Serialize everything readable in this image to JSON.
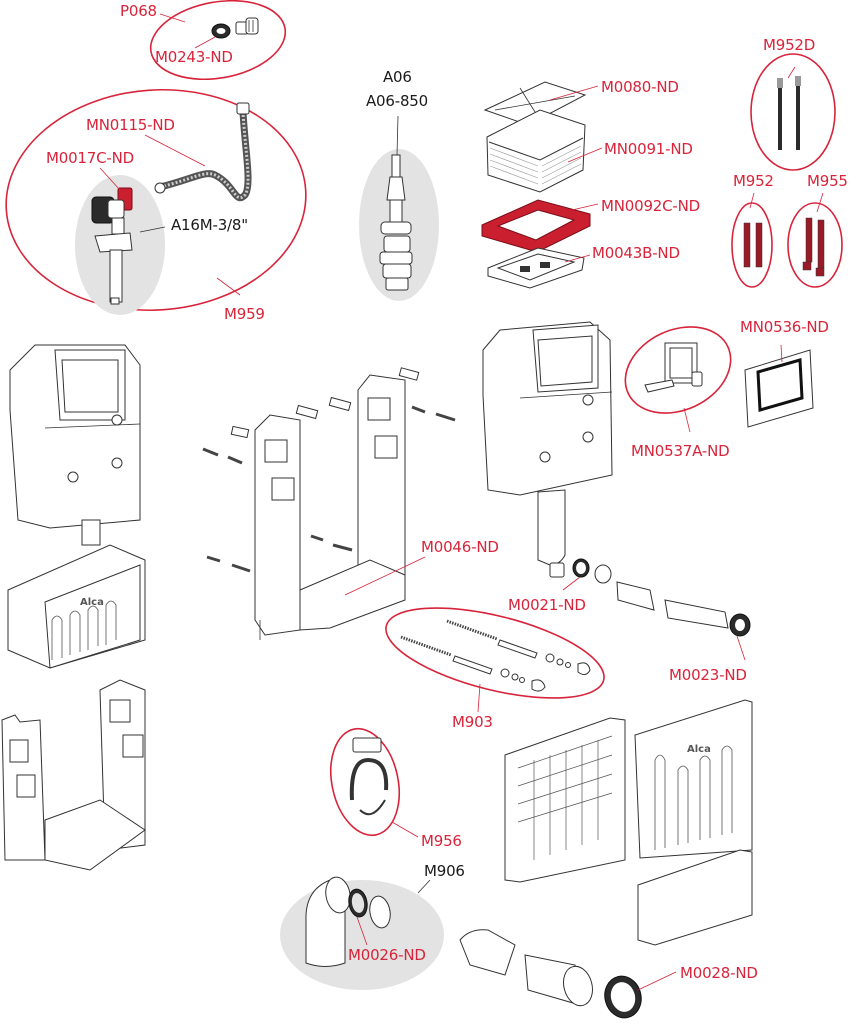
{
  "diagram": {
    "title": "Exploded parts diagram - concealed cistern installation system",
    "colors": {
      "spare_part_label": "#d8243a",
      "assembly_label": "#1a1a1a",
      "group_outline": "#d8243a",
      "assembly_highlight": "#e3e3e3"
    },
    "callouts": [
      {
        "id": "P068",
        "text": "P068",
        "color": "red",
        "kind": "group"
      },
      {
        "id": "M0243-ND",
        "text": "M0243-ND",
        "color": "red",
        "kind": "part"
      },
      {
        "id": "MN0115-ND",
        "text": "MN0115-ND",
        "color": "red",
        "kind": "part"
      },
      {
        "id": "M0017C-ND",
        "text": "M0017C-ND",
        "color": "red",
        "kind": "part"
      },
      {
        "id": "A16M-3/8",
        "text": "A16M-3/8\"",
        "color": "black",
        "kind": "assembly"
      },
      {
        "id": "M959",
        "text": "M959",
        "color": "red",
        "kind": "group"
      },
      {
        "id": "A06",
        "text": "A06",
        "color": "black",
        "kind": "assembly"
      },
      {
        "id": "A06-850",
        "text": "A06-850",
        "color": "black",
        "kind": "assembly"
      },
      {
        "id": "M0080-ND",
        "text": "M0080-ND",
        "color": "red",
        "kind": "part"
      },
      {
        "id": "MN0091-ND",
        "text": "MN0091-ND",
        "color": "red",
        "kind": "part"
      },
      {
        "id": "MN0092C-ND",
        "text": "MN0092C-ND",
        "color": "red",
        "kind": "part"
      },
      {
        "id": "M0043B-ND",
        "text": "M0043B-ND",
        "color": "red",
        "kind": "part"
      },
      {
        "id": "M952D",
        "text": "M952D",
        "color": "red",
        "kind": "group"
      },
      {
        "id": "M952",
        "text": "M952",
        "color": "red",
        "kind": "group"
      },
      {
        "id": "M955",
        "text": "M955",
        "color": "red",
        "kind": "group"
      },
      {
        "id": "MN0536-ND",
        "text": "MN0536-ND",
        "color": "red",
        "kind": "part"
      },
      {
        "id": "MN0537A-ND",
        "text": "MN0537A-ND",
        "color": "red",
        "kind": "group"
      },
      {
        "id": "M0046-ND",
        "text": "M0046-ND",
        "color": "red",
        "kind": "part"
      },
      {
        "id": "M0021-ND",
        "text": "M0021-ND",
        "color": "red",
        "kind": "part"
      },
      {
        "id": "M0023-ND",
        "text": "M0023-ND",
        "color": "red",
        "kind": "part"
      },
      {
        "id": "M903",
        "text": "M903",
        "color": "red",
        "kind": "group"
      },
      {
        "id": "M956",
        "text": "M956",
        "color": "red",
        "kind": "group"
      },
      {
        "id": "M906",
        "text": "M906",
        "color": "black",
        "kind": "assembly"
      },
      {
        "id": "M0026-ND",
        "text": "M0026-ND",
        "color": "red",
        "kind": "part"
      },
      {
        "id": "M0028-ND",
        "text": "M0028-ND",
        "color": "red",
        "kind": "part"
      }
    ],
    "brand_marks": [
      {
        "text": "Alca"
      },
      {
        "text": "Alca"
      }
    ]
  }
}
